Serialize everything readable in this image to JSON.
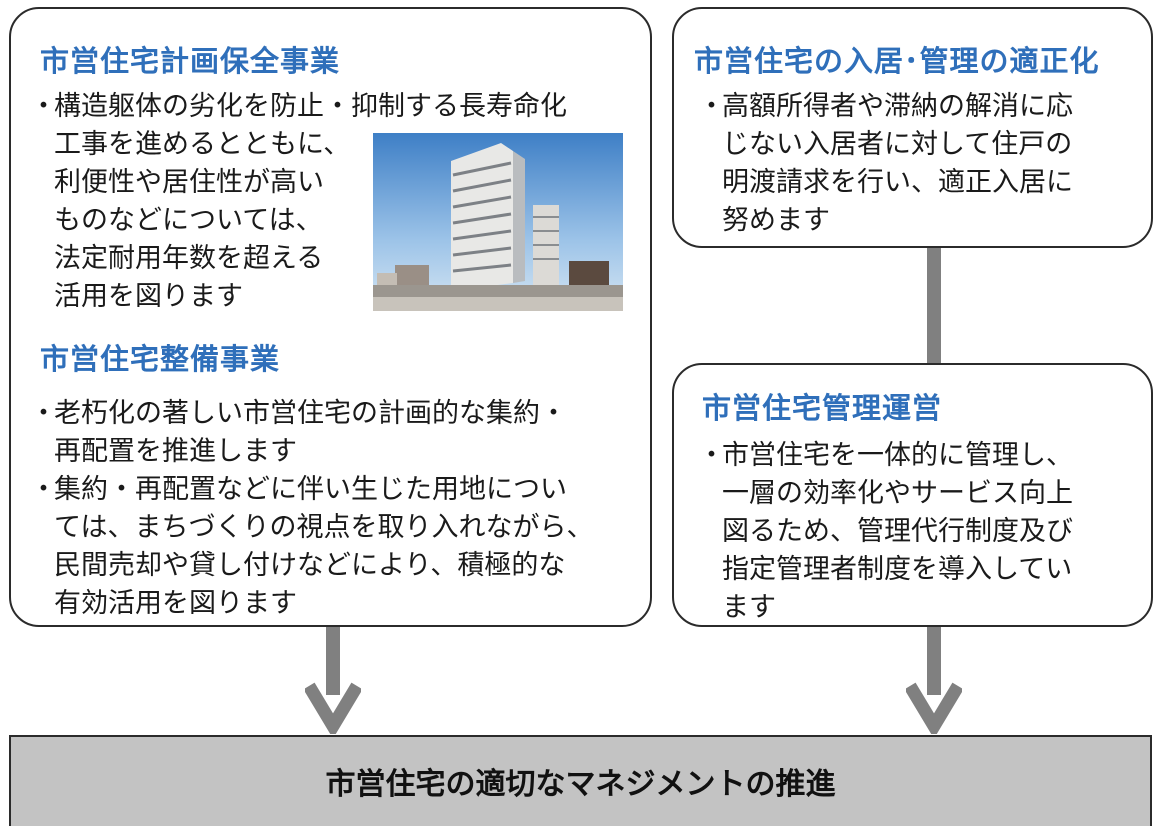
{
  "left_panel": {
    "section1": {
      "heading": "市営住宅計画保全事業",
      "bullet_mark": "・",
      "lines": [
        "構造躯体の劣化を防止・抑制する長寿命化",
        "工事を進めるとともに、",
        "利便性や居住性が高い",
        "ものなどについては、",
        "法定耐用年数を超える",
        "活用を図ります"
      ]
    },
    "photo": {
      "icon": "apartment-building-photo"
    },
    "section2": {
      "heading": "市営住宅整備事業",
      "bullets": [
        {
          "mark": "・",
          "lines": [
            "老朽化の著しい市営住宅の計画的な集約・",
            "再配置を推進します"
          ]
        },
        {
          "mark": "・",
          "lines": [
            "集約・再配置などに伴い生じた用地につい",
            "ては、まちづくりの視点を取り入れながら、",
            "民間売却や貸し付けなどにより、積極的な",
            "有効活用を図ります"
          ]
        }
      ]
    }
  },
  "top_right_panel": {
    "heading": "市営住宅の入居･管理の適正化",
    "bullet_mark": "・",
    "lines": [
      "高額所得者や滞納の解消に応",
      "じない入居者に対して住戸の",
      "明渡請求を行い、適正入居に",
      "努めます"
    ]
  },
  "bottom_right_panel": {
    "heading": "市営住宅管理運営",
    "bullet_mark": "・",
    "lines": [
      "市営住宅を一体的に管理し、",
      "一層の効率化やサービス向上",
      "図るため、管理代行制度及び",
      "指定管理者制度を導入してい",
      "ます"
    ]
  },
  "result_bar": {
    "title": "市営住宅の適切なマネジメントの推進"
  },
  "colors": {
    "heading": "#2f6fba",
    "connector": "#808080",
    "result_bg": "#c3c3c3",
    "border": "#2b2b2b"
  }
}
